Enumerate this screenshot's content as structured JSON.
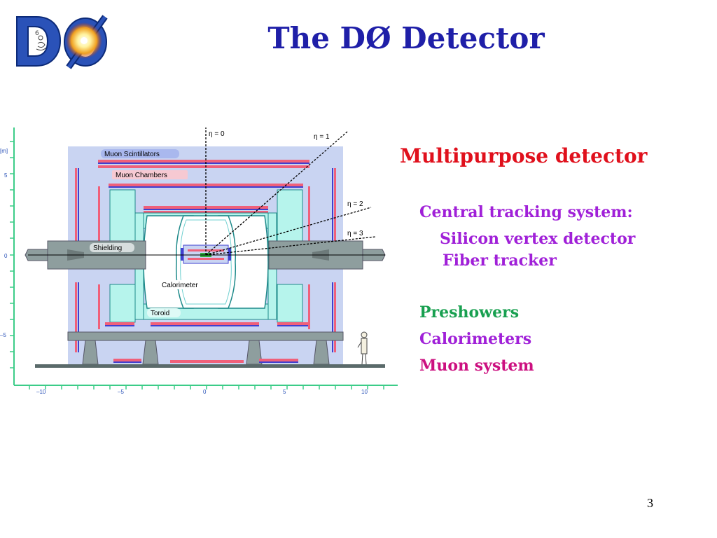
{
  "slide": {
    "title": "The DØ Detector",
    "page_number": "3"
  },
  "logo": {
    "icon": "d0-logo-icon",
    "text": "DØ"
  },
  "diagram": {
    "axis_unit": "[m]",
    "y_ticks": [
      "5",
      "0",
      "–5"
    ],
    "x_ticks": [
      "–10",
      "–5",
      "0",
      "5",
      "10"
    ],
    "labels": {
      "muon_scintillators": "Muon Scintillators",
      "muon_chambers": "Muon Chambers",
      "shielding": "Shielding",
      "calorimeter": "Calorimeter",
      "toroid": "Toroid"
    },
    "eta_lines": [
      "η = 0",
      "η = 1",
      "η = 2",
      "η = 3"
    ],
    "colors": {
      "background_panel": "#c9d4f2",
      "toroid_cyan": "#b6f4ec",
      "chamber_red": "#f0607a",
      "chamber_blue": "#4040d0",
      "shielding_gray": "#8e9e9e",
      "axis_green": "#3ccc88"
    }
  },
  "right_panel": {
    "heading": "Multipurpose detector",
    "central_tracking": "Central tracking system:",
    "silicon": "Silicon vertex detector",
    "fiber": "Fiber tracker",
    "preshowers": "Preshowers",
    "calorimeters": "Calorimeters",
    "muon_system": "Muon system",
    "colors": {
      "heading": "#e0101c",
      "purple": "#a020d8",
      "green": "#18a050",
      "magenta": "#cc1080"
    }
  }
}
